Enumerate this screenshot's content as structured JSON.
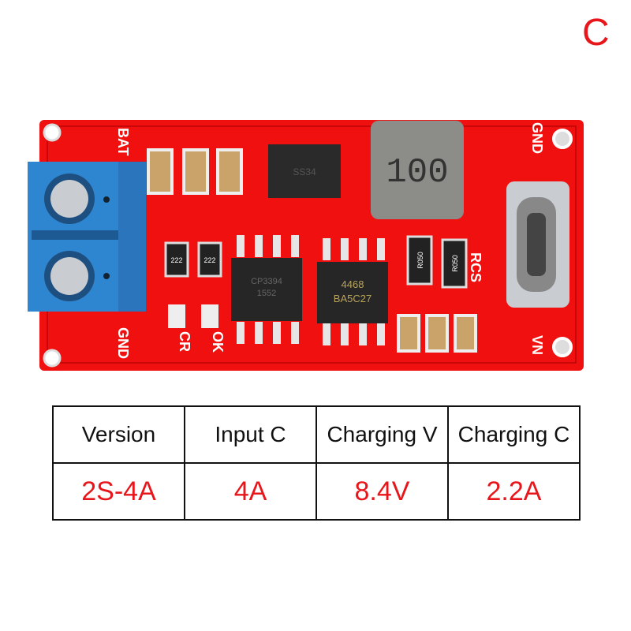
{
  "variant_label": "C",
  "board": {
    "silkscreen": {
      "bat": "BAT",
      "gnd_left": "GND",
      "cr": "CR",
      "ok": "OK",
      "gnd_right": "GND",
      "rcs": "RCS",
      "vn": "VN"
    },
    "inductor_marking": "100",
    "diode_marking": "SS34",
    "resistor_markings": [
      "222",
      "222",
      "R050",
      "R050"
    ],
    "chip_left_marking": [
      "CP3394",
      "1552"
    ],
    "chip_right_marking": [
      "4468",
      "BA5C27"
    ]
  },
  "spec_table": {
    "headers": [
      "Version",
      "Input C",
      "Charging V",
      "Charging C"
    ],
    "values": [
      "2S-4A",
      "4A",
      "8.4V",
      "2.2A"
    ]
  },
  "colors": {
    "accent": "#e8161b",
    "pcb": "#f01010",
    "terminal": "#2f86d0"
  }
}
